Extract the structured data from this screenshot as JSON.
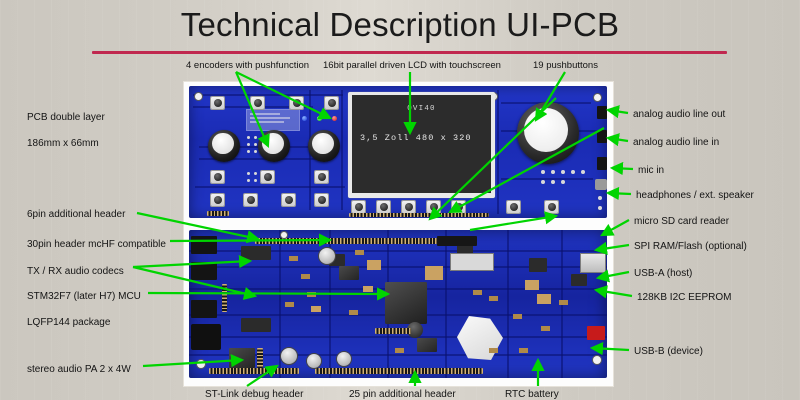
{
  "page": {
    "title": "Technical Description UI-PCB",
    "accent_rule_color": "#c0284f",
    "background_color": "#cdc9c1",
    "callout_arrow_color": "#00d400"
  },
  "lcd": {
    "line1": "OVI40",
    "line2": "3,5 Zoll 480 x 320"
  },
  "callouts_top": [
    {
      "id": "encoders",
      "label": "4 encoders with pushfunction"
    },
    {
      "id": "lcd",
      "label": "16bit parallel driven LCD with touchscreen"
    },
    {
      "id": "pushbuttons",
      "label": "19 pushbuttons"
    }
  ],
  "callouts_left": [
    {
      "id": "pcb-layer",
      "label": "PCB double layer"
    },
    {
      "id": "pcb-size",
      "label": "186mm x 66mm"
    },
    {
      "id": "hdr-6pin",
      "label": "6pin additional header"
    },
    {
      "id": "hdr-30pin",
      "label": "30pin header mcHF compatible"
    },
    {
      "id": "audio-codecs",
      "label": "TX / RX audio codecs"
    },
    {
      "id": "mcu",
      "label": "STM32F7 (later H7) MCU"
    },
    {
      "id": "package",
      "label": "LQFP144 package"
    },
    {
      "id": "audio-pa",
      "label": "stereo audio PA 2 x 4W"
    }
  ],
  "callouts_right": [
    {
      "id": "line-out",
      "label": "analog audio line out"
    },
    {
      "id": "line-in",
      "label": "analog audio line in"
    },
    {
      "id": "mic-in",
      "label": "mic in"
    },
    {
      "id": "headphones",
      "label": "headphones / ext. speaker"
    },
    {
      "id": "sd-reader",
      "label": "micro SD card reader"
    },
    {
      "id": "spi-ram",
      "label": "SPI RAM/Flash (optional)"
    },
    {
      "id": "usb-a",
      "label": "USB-A (host)"
    },
    {
      "id": "eeprom",
      "label": "128KB I2C EEPROM"
    },
    {
      "id": "usb-b",
      "label": "USB-B (device)"
    }
  ],
  "callouts_bottom": [
    {
      "id": "stlink",
      "label": "ST-Link debug header"
    },
    {
      "id": "hdr-25pin",
      "label": "25 pin additional header"
    },
    {
      "id": "rtc-battery",
      "label": "RTC battery"
    }
  ]
}
